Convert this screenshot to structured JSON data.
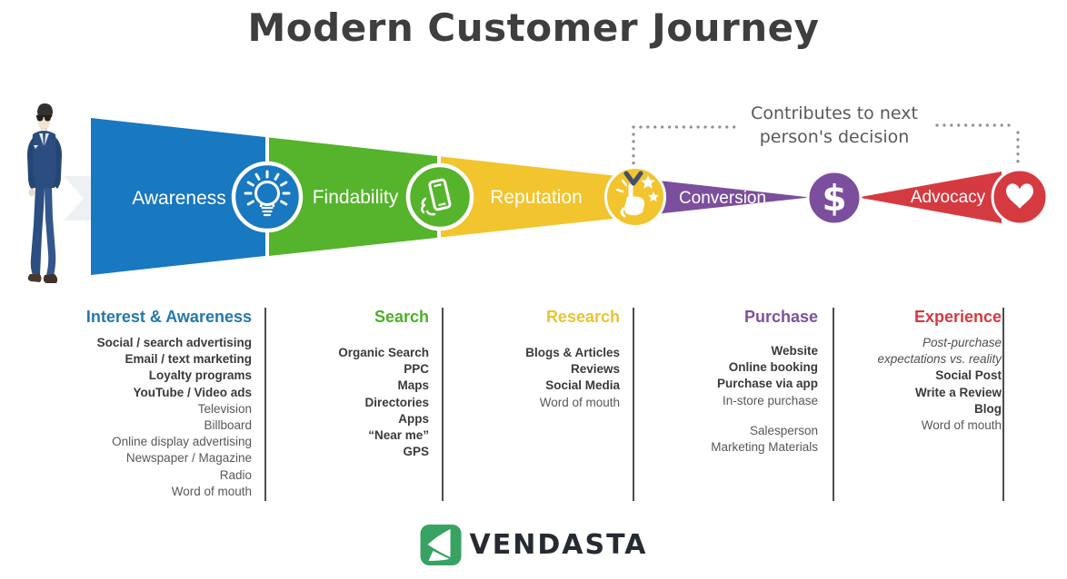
{
  "title": "Modern Customer Journey",
  "annotation": {
    "line1": "Contributes to next",
    "line2": "person's decision"
  },
  "funnel": {
    "dollar_symbol": "$",
    "connector_color": "#8f9193",
    "stages": [
      {
        "label": "Awareness",
        "color": "#1878c0",
        "icon": "lightbulb-icon"
      },
      {
        "label": "Findability",
        "color": "#55b42c",
        "icon": "phone-in-hand-icon"
      },
      {
        "label": "Reputation",
        "color": "#f2c42e",
        "icon": "tap-stars-icon"
      },
      {
        "label": "Conversion",
        "color": "#7b4f9d",
        "icon": "dollar-icon"
      },
      {
        "label": "Advocacy",
        "color": "#d63a41",
        "icon": "heart-icon"
      }
    ]
  },
  "columns": [
    {
      "header": "Interest & Awareness",
      "color": "#2478ad",
      "bold": [
        "Social / search advertising",
        "Email / text marketing",
        "Loyalty programs",
        "YouTube / Video ads"
      ],
      "regular": [
        "Television",
        "Billboard",
        "Online display advertising",
        "Newspaper / Magazine",
        "Radio",
        "Word of mouth"
      ]
    },
    {
      "header": "Search",
      "color": "#4cb124",
      "bold": [
        "Organic Search",
        "PPC",
        "Maps",
        "Directories",
        "Apps",
        "“Near me”",
        "GPS"
      ],
      "regular": []
    },
    {
      "header": "Research",
      "color": "#eac431",
      "bold": [
        "Blogs & Articles",
        "Reviews",
        "Social Media"
      ],
      "regular": [
        "Word of mouth"
      ]
    },
    {
      "header": "Purchase",
      "color": "#7d50a0",
      "bold": [
        "Website",
        "Online booking",
        "Purchase via app"
      ],
      "regular": [
        "In-store purchase"
      ],
      "regular2": [
        "Salesperson",
        "Marketing Materials"
      ]
    },
    {
      "header": "Experience",
      "color": "#d43a40",
      "italic": [
        "Post-purchase",
        "expectations vs. reality"
      ],
      "bold": [
        "Social Post",
        "Write a Review",
        "Blog"
      ],
      "regular": [
        "Word of mouth"
      ]
    }
  ],
  "logo": {
    "text": "VENDASTA",
    "mark_color": "#38a263"
  }
}
